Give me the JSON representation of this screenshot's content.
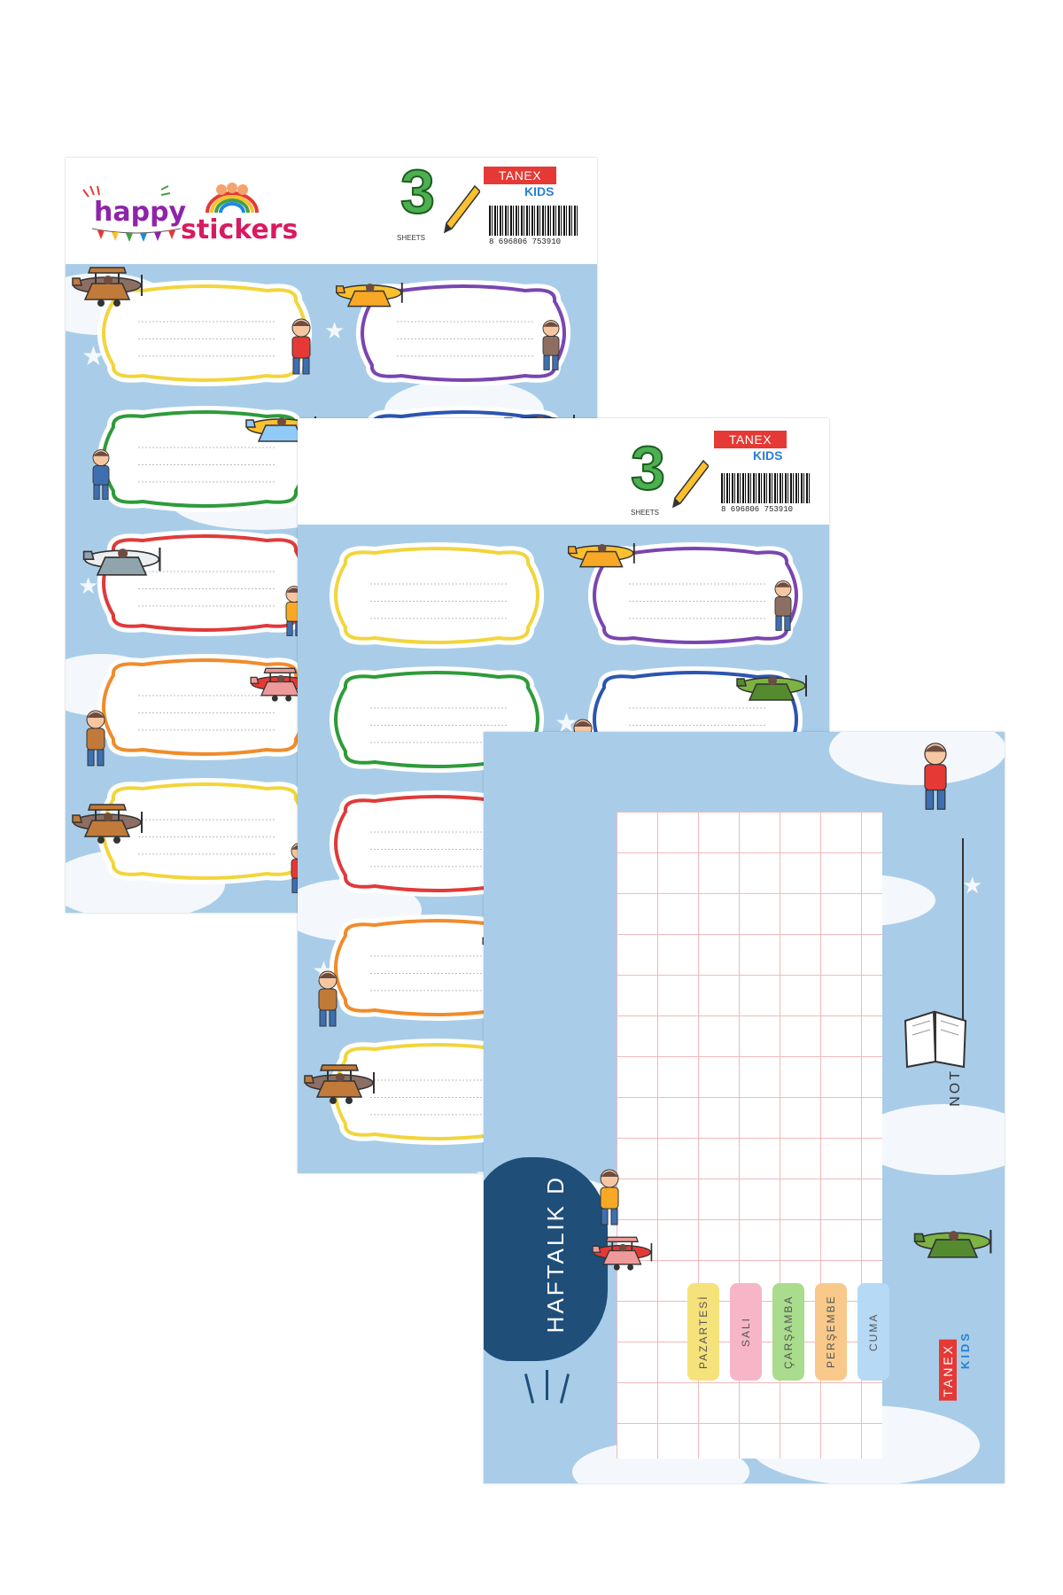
{
  "logo": {
    "word1": "happy",
    "word2": "stickers"
  },
  "brand": {
    "name": "TANEX",
    "sub": "KIDS"
  },
  "pack": {
    "count": "3",
    "unit": "SHEETS",
    "barcode": "8 696806 753910"
  },
  "planner": {
    "title": "HAFTALIK D",
    "note_label": "NOT",
    "days": [
      "PAZARTESİ",
      "SALI",
      "ÇARŞAMBA",
      "PERŞEMBE",
      "CUMA"
    ],
    "day_colors": [
      "#f6e27a",
      "#f7b6c8",
      "#a9dc8c",
      "#f8c98a",
      "#b6d9f5"
    ]
  },
  "colors": {
    "sky": "#a9cde8",
    "label_borders": [
      "#f2d53c",
      "#7a45b0",
      "#2e9b3a",
      "#2c55b0",
      "#e03a3a",
      "#1c8ad6",
      "#f08c2c",
      "#e23c86",
      "#f2d53c",
      "#7a45b0"
    ],
    "brand_red": "#e53935"
  },
  "icons": [
    "biplane-icon",
    "pilot-kid-icon",
    "airplane-icon",
    "pencil-icon",
    "book-icon",
    "rainbow-icon",
    "bunting-icon",
    "star-icon",
    "cloud-icon"
  ]
}
